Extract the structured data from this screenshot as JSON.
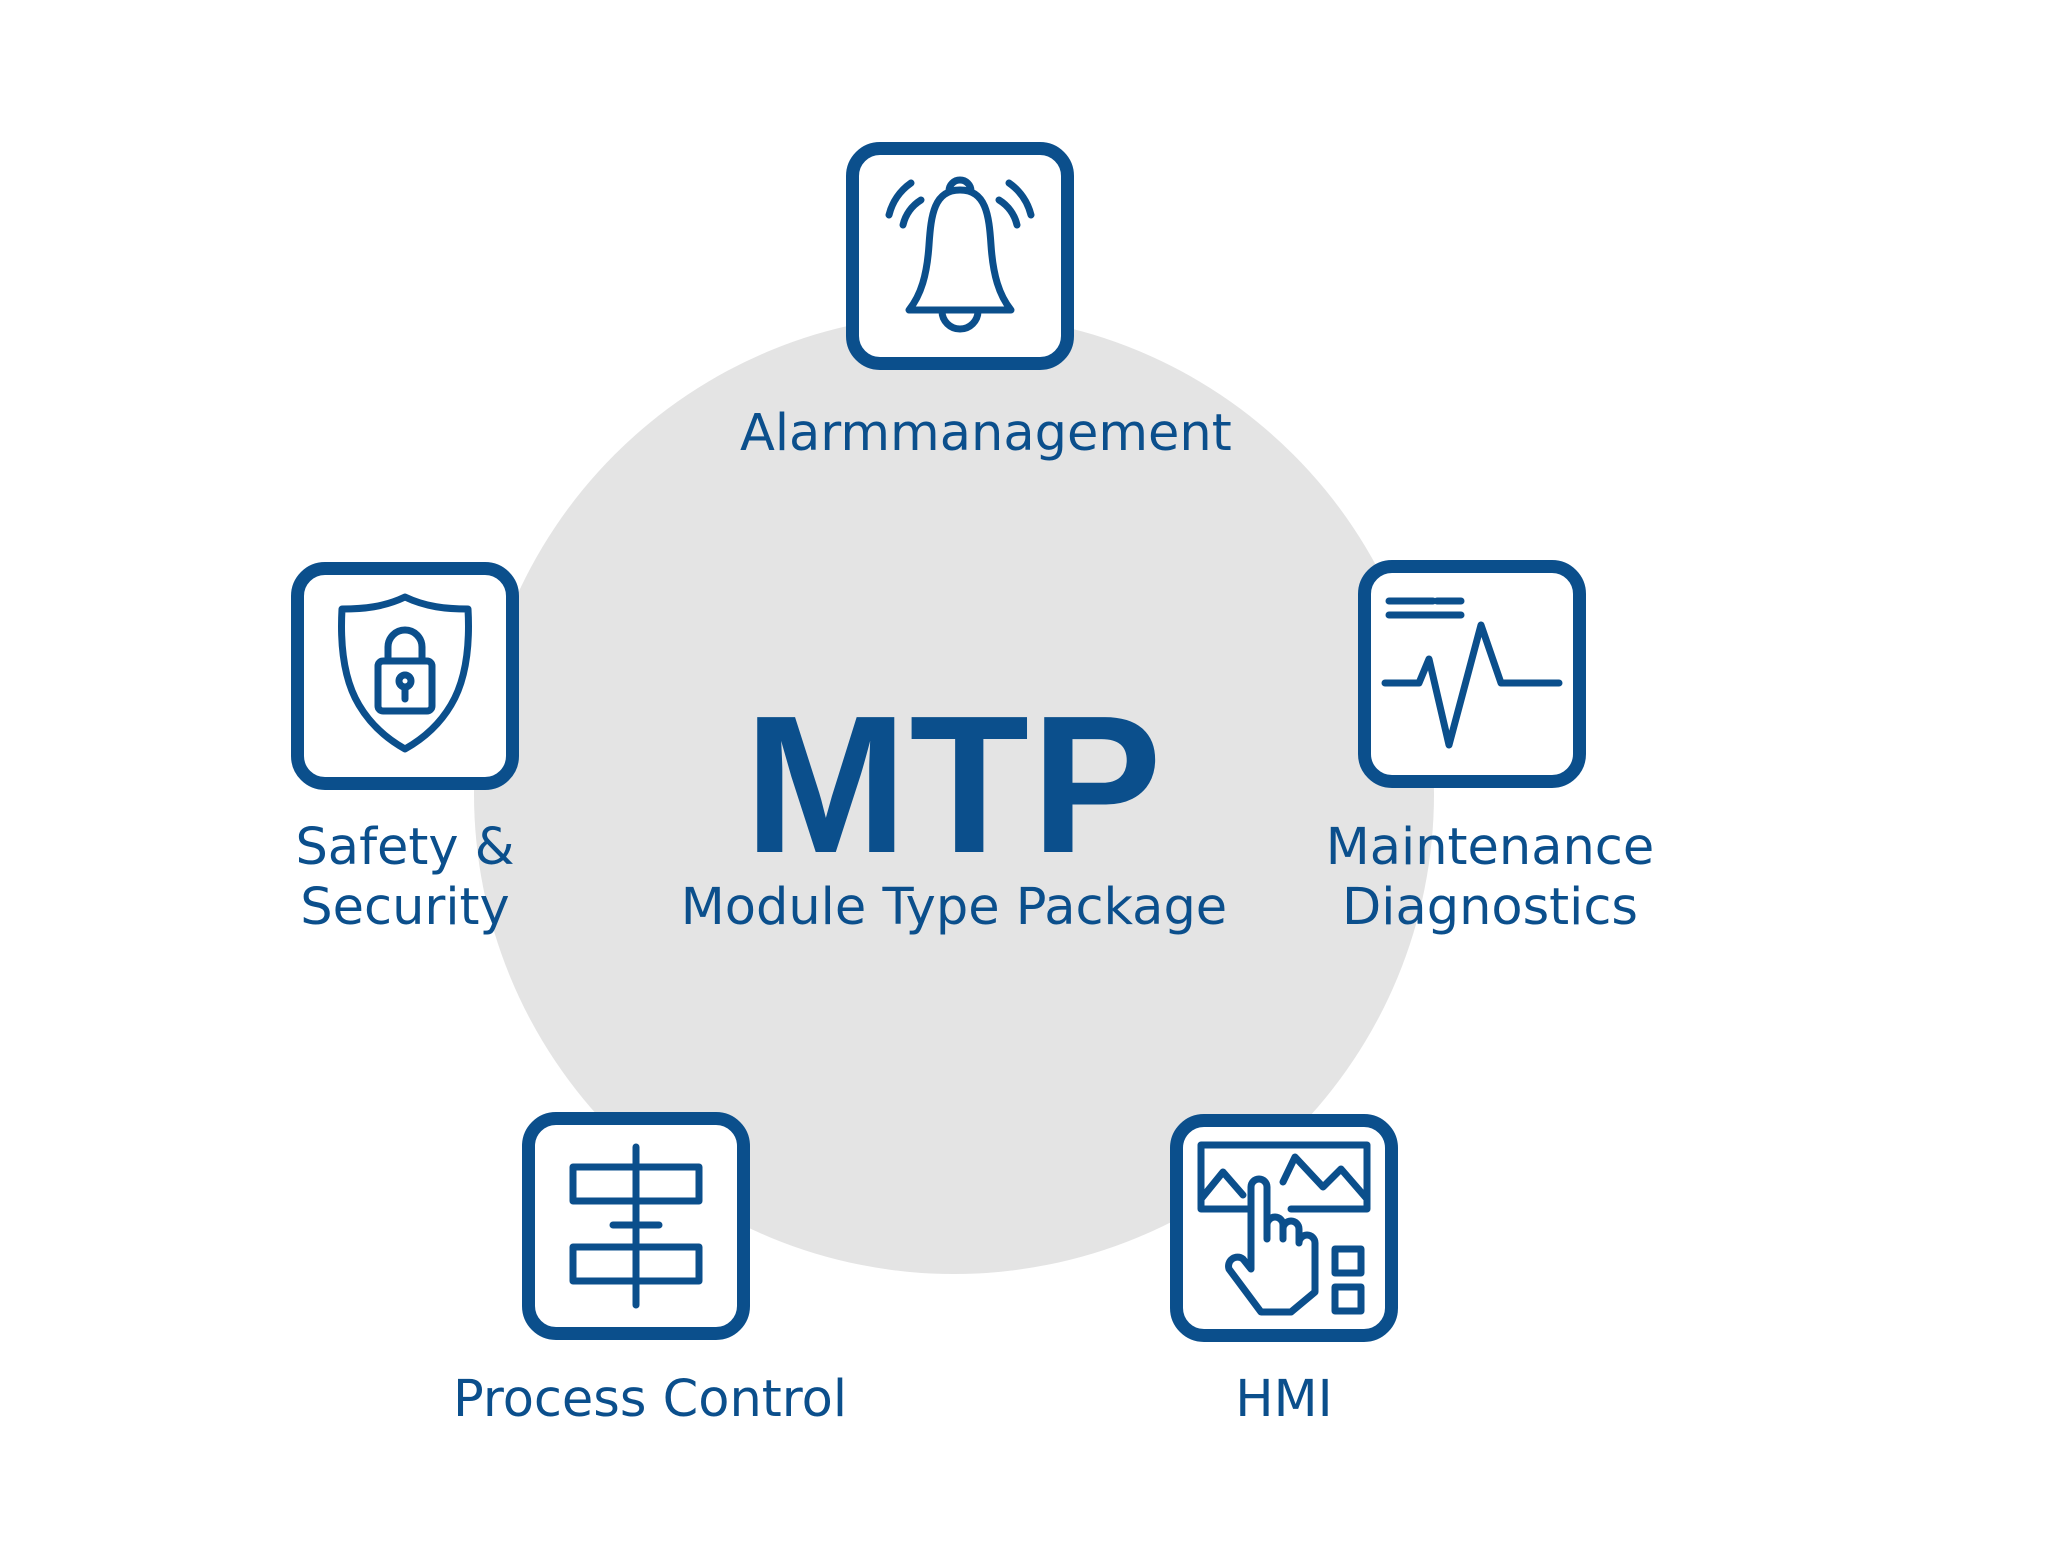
{
  "center": {
    "title": "MTP",
    "subtitle": "Module Type Package"
  },
  "nodes": [
    {
      "id": "alarm",
      "label_lines": [
        "Alarmmanagement"
      ],
      "icon": "bell-alarm-icon"
    },
    {
      "id": "safety",
      "label_lines": [
        "Safety &",
        "Security"
      ],
      "icon": "shield-lock-icon"
    },
    {
      "id": "maintenance",
      "label_lines": [
        "Maintenance",
        "Diagnostics"
      ],
      "icon": "monitor-waveform-icon"
    },
    {
      "id": "process",
      "label_lines": [
        "Process Control"
      ],
      "icon": "process-blocks-icon"
    },
    {
      "id": "hmi",
      "label_lines": [
        "HMI"
      ],
      "icon": "touch-screen-icon"
    }
  ],
  "colors": {
    "primary": "#0b4f8c",
    "circle": "#e4e4e4",
    "background": "#ffffff"
  }
}
